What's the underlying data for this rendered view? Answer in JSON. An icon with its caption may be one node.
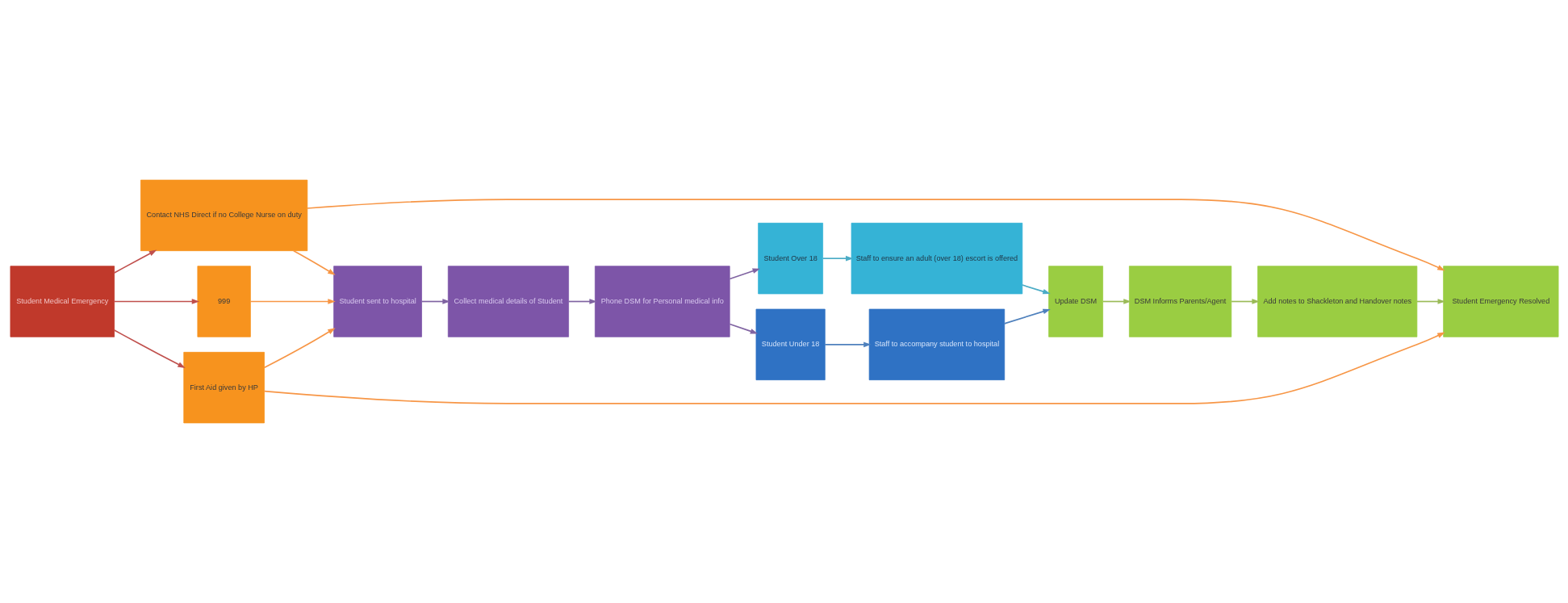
{
  "diagram": {
    "nodes": [
      {
        "text": [
          "Student Medical Emergency"
        ]
      },
      {
        "text": [
          "999"
        ]
      },
      {
        "text": [
          "Contact NHS Direct if no College Nurse on duty"
        ]
      },
      {
        "text": [
          "First Aid given by HP"
        ]
      },
      {
        "text": [
          "Student sent to hospital"
        ]
      },
      {
        "text": [
          "Collect medical details of Student"
        ]
      },
      {
        "text": [
          "Phone DSM for Personal medical info"
        ]
      },
      {
        "text": [
          "Student Under 18"
        ]
      },
      {
        "text": [
          "Student Over 18"
        ]
      },
      {
        "text": [
          "Staff to accompany student to hospital"
        ]
      },
      {
        "text": [
          "Staff to ensure an adult (over 18) escort is offered"
        ]
      },
      {
        "text": [
          "Student Emergency Resolved"
        ]
      },
      {
        "text": [
          "Add notes to Shackleton and Handover notes"
        ]
      },
      {
        "text": [
          "DSM Informs Parents/Agent"
        ]
      },
      {
        "text": [
          "Update DSM"
        ]
      }
    ],
    "edges": [
      {
        "from": 0,
        "to": 1,
        "arrow": "to",
        "color": "#c0504d"
      },
      {
        "from": 0,
        "to": 2,
        "arrow": "to",
        "color": "#c0504d"
      },
      {
        "from": 0,
        "to": 3,
        "arrow": "to",
        "color": "#c0504d"
      },
      {
        "from": 1,
        "to": 4,
        "arrow": "to"
      },
      {
        "from": 2,
        "to": 4,
        "arrow": "to"
      },
      {
        "from": 2,
        "to": 11,
        "arrow": "to"
      },
      {
        "from": 3,
        "to": 4,
        "arrow": "to"
      },
      {
        "from": 3,
        "to": 11,
        "arrow": "to"
      },
      {
        "from": 4,
        "to": 5,
        "arrow": "to",
        "color": "#8064a2"
      },
      {
        "from": 5,
        "to": 6,
        "arrow": "to",
        "color": "#8064a2"
      },
      {
        "from": 6,
        "to": 7,
        "arrow": "to",
        "color": "#8064a2"
      },
      {
        "from": 6,
        "to": 8,
        "arrow": "to",
        "color": "#8064a2"
      },
      {
        "from": 7,
        "to": 9,
        "arrow": "to",
        "color": "#4f81bd"
      },
      {
        "from": 8,
        "to": 10,
        "arrow": "to",
        "color": "#4bacc6"
      },
      {
        "from": 9,
        "to": 14,
        "arrow": "to",
        "color": "#4f81bd"
      },
      {
        "from": 10,
        "to": 14,
        "arrow": "to",
        "color": "#4bacc6"
      },
      {
        "from": 14,
        "to": 13,
        "arrow": "to",
        "color": "#9bbb59"
      },
      {
        "from": 13,
        "to": 12,
        "arrow": "to",
        "color": "#9bbb59"
      },
      {
        "from": 12,
        "to": 11,
        "arrow": "to",
        "color": "#9bbb59"
      }
    ]
  }
}
